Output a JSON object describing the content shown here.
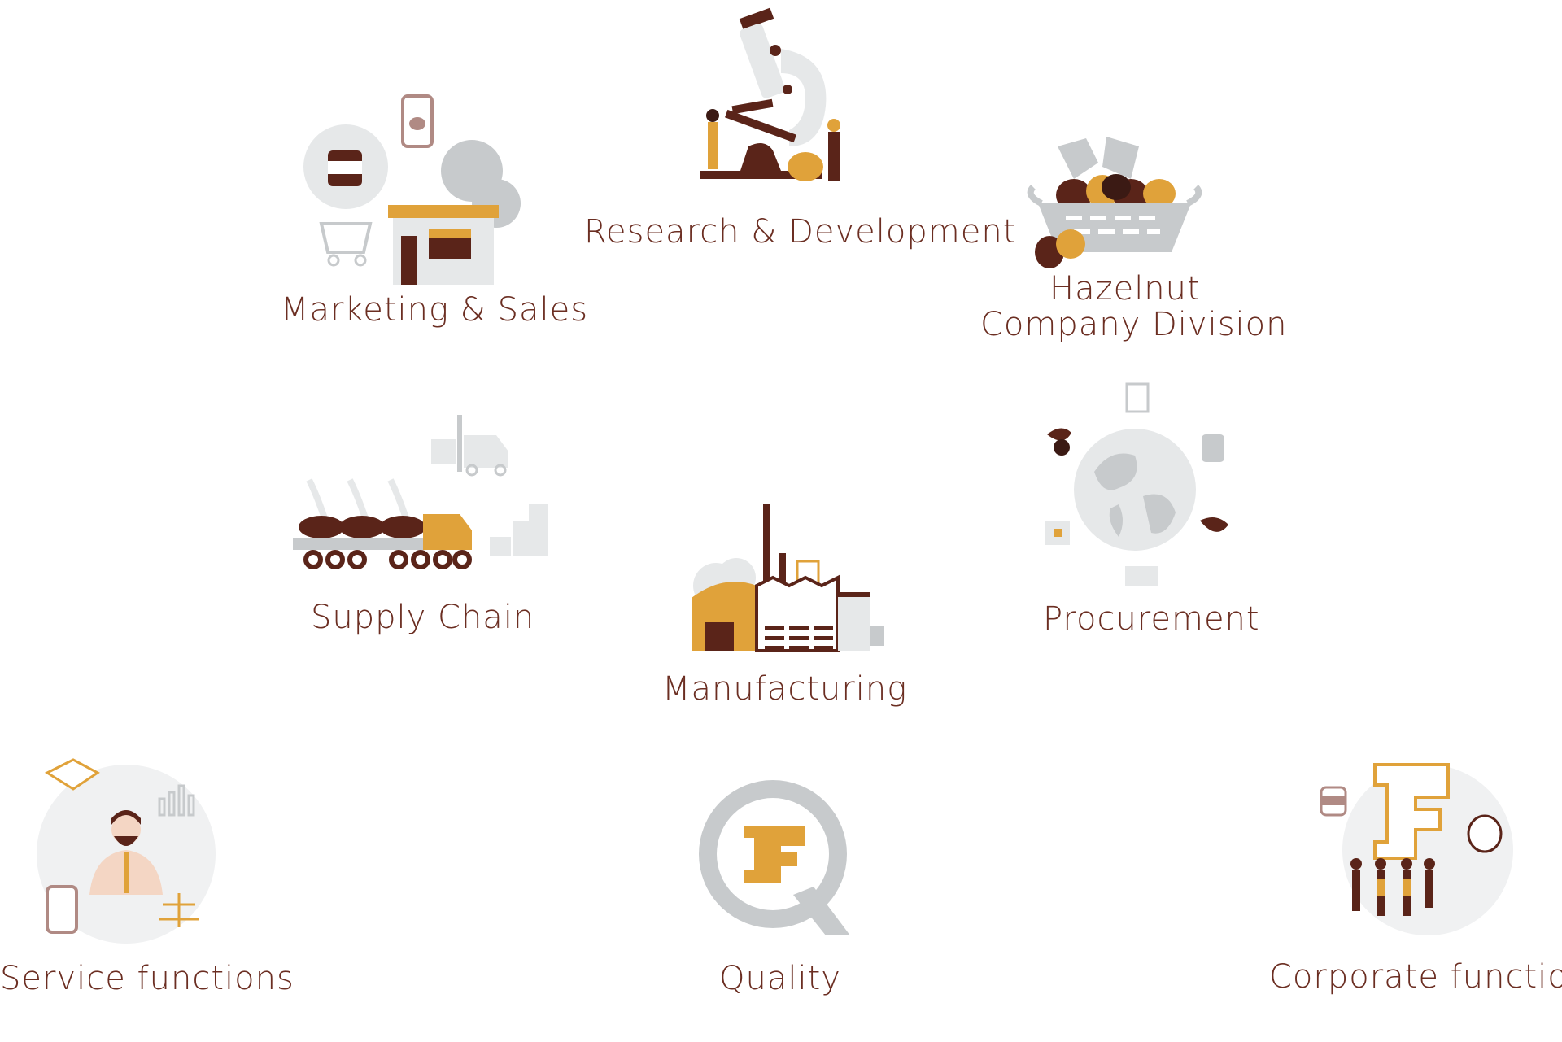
{
  "colors": {
    "brown": "#5a2419",
    "dark_brown": "#3b1a14",
    "gold": "#e0a23a",
    "grey": "#c7cacc",
    "light_grey": "#e6e8e9",
    "label_text": "#6b2e22"
  },
  "areas": [
    {
      "id": "marketing",
      "label": "Marketing & Sales",
      "icon": "store-icon"
    },
    {
      "id": "research",
      "label": "Research & Development",
      "icon": "microscope-icon"
    },
    {
      "id": "hazelnut",
      "label_line1": "Hazelnut",
      "label_line2": "Company Division",
      "icon": "hazelnut-basket-icon"
    },
    {
      "id": "supply",
      "label": "Supply Chain",
      "icon": "truck-icon"
    },
    {
      "id": "procurement",
      "label": "Procurement",
      "icon": "globe-icon"
    },
    {
      "id": "manufacturing",
      "label": "Manufacturing",
      "icon": "factory-icon"
    },
    {
      "id": "service",
      "label": "Service functions",
      "icon": "businessman-icon"
    },
    {
      "id": "quality",
      "label": "Quality",
      "icon": "quality-q-icon"
    },
    {
      "id": "corporate",
      "label": "Corporate functions",
      "icon": "team-logo-icon"
    }
  ]
}
